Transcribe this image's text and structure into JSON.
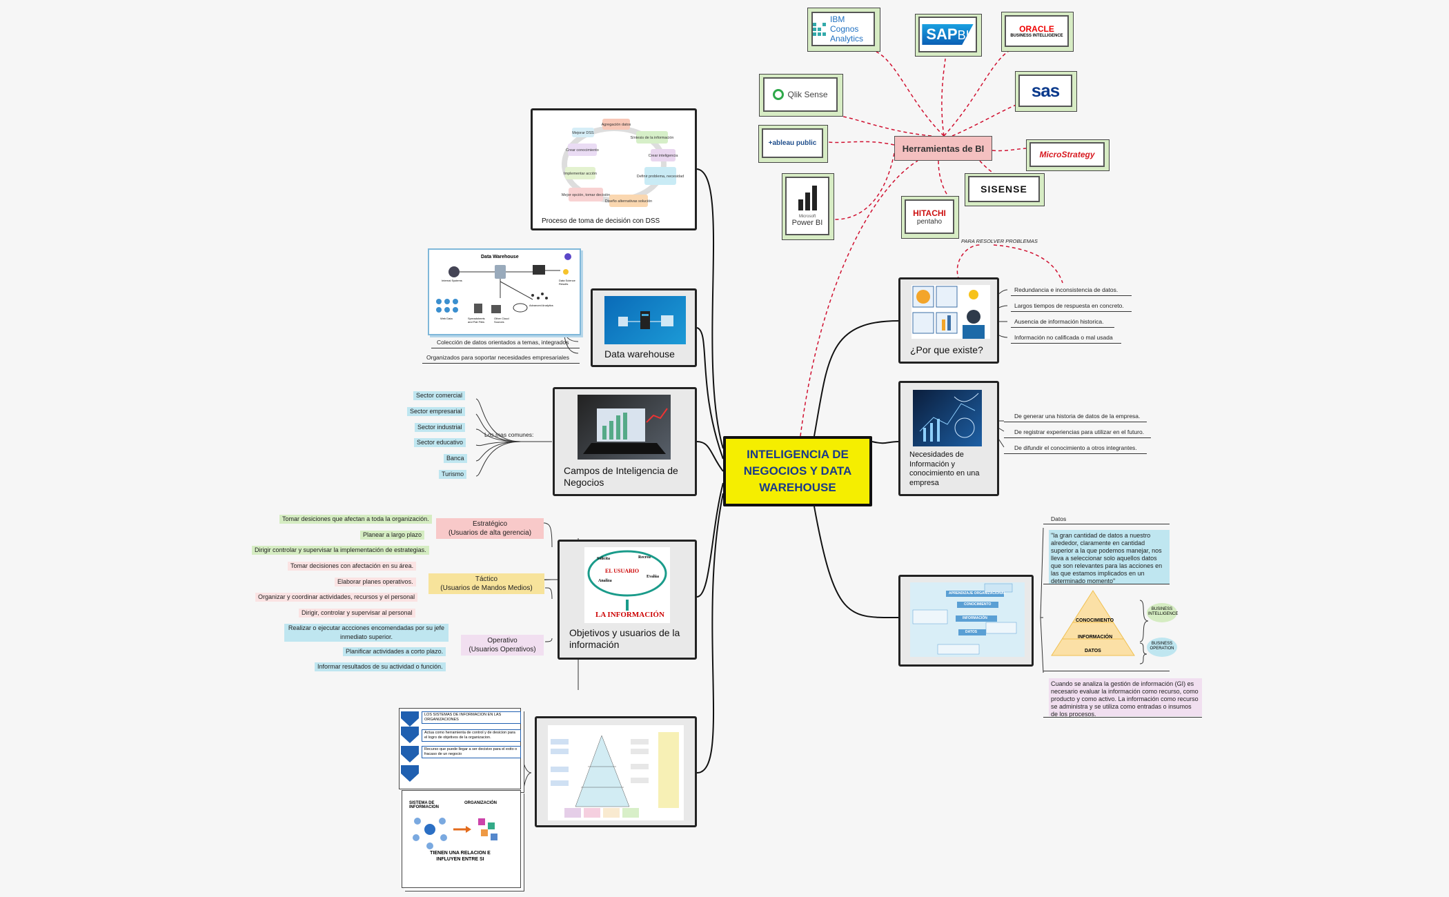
{
  "center": {
    "title": "INTELIGENCIA DE NEGOCIOS Y DATA WAREHOUSE"
  },
  "herramientas": {
    "label": "Herramientas de BI",
    "logos": {
      "cognos_1": "IBM Cognos",
      "cognos_2": "Analytics",
      "sap": "SAP",
      "sap_bi": "BI",
      "oracle": "ORACLE",
      "oracle_sub": "BUSINESS INTELLIGENCE",
      "qlik": "Qlik Sense",
      "sas": "sas",
      "tableau": "+ableau public",
      "microstrategy": "MicroStrategy",
      "sisense": "SISENSE",
      "powerbi_1": "Microsoft",
      "powerbi_2": "Power BI",
      "hitachi": "HITACHI",
      "pentaho": "pentaho"
    }
  },
  "dss": {
    "caption": "Proceso de toma de decisión con DSS",
    "steps": [
      "Agregación datos",
      "Síntesis de la información",
      "Crear inteligencia",
      "Definir problema, necesidad",
      "Diseño alternativas solución",
      "Mejor opción, tomar decisión",
      "Implementar acción",
      "Crear conocimiento",
      "Mejorar DSS"
    ]
  },
  "data_warehouse": {
    "title": "Data warehouse",
    "diagram_title": "Data Warehouse",
    "diagram_labels": [
      "Internal Systems",
      "Web Data",
      "Spreadsheets and Flat Files",
      "Other Cloud Sources",
      "Advanced Analytics",
      "Data Science Results"
    ],
    "leaves": [
      "Colección de datos orientados a temas, integrados",
      "Organizados para soportar necesidades empresariales"
    ]
  },
  "campos": {
    "title": "Campos de Inteligencia de Negocios",
    "connector": "Los mas comunes:",
    "sectors": [
      "Sector comercial",
      "Sector empresarial",
      "Sector industrial",
      "Sector educativo",
      "Banca",
      "Turismo"
    ]
  },
  "objetivos": {
    "title": "Objetivos y usuarios de la información",
    "pic_center": "EL USUARIO",
    "pic_words": [
      "Solicita",
      "Recrea",
      "Evalúa",
      "Analiza"
    ],
    "pic_bottom": "LA INFORMACIÓN",
    "estrategico": {
      "label": "Estratégico\n(Usuarios de alta gerencia)",
      "leaves": [
        "Tomar desiciones que afectan a toda la organización.",
        "Planear a largo plazo",
        "Dirigir controlar y supervisar la implementación de estrategias."
      ]
    },
    "tactico": {
      "label": "Táctico\n(Usuarios de Mandos Medios)",
      "leaves": [
        "Tomar decisiones con afectación  en su área.",
        "Elaborar planes operativos.",
        "Organizar y coordinar actividades, recursos y el personal",
        "Dirigir, controlar y supervisar al personal"
      ]
    },
    "operativo": {
      "label": "Operativo\n(Usuarios Operativos)",
      "leaves": [
        "Realizar o ejecutar accciones encomendadas por su jefe inmediato superior.",
        "Planificar actividades a corto plazo.",
        "Informar resultados de su actividad o función."
      ]
    }
  },
  "sistemas": {
    "card1": [
      "LOS SISTEMAS DE INFORMACION EN LAS ORGANIZACIONES",
      "Actua como herramienta de control y de desicion para el logro de objetivos de la organizacion.",
      "Recurso que puede llegar a ser decisivo para el exito o fracaso de un negocio"
    ],
    "card2_left": "SISTEMA DE INFORMACION",
    "card2_right": "ORGANIZACIÓN",
    "card2_bottom": "TIENEN UNA RELACION E INFLUYEN ENTRE SI"
  },
  "por_que": {
    "title": "¿Por que existe?",
    "connector": "PARA RESOLVER PROBLEMAS",
    "leaves": [
      "Redundancia e inconsistencia de datos.",
      "Largos tiempos de respuesta en concreto.",
      "Ausencia de información historica.",
      "Información  no calificada o mal usada"
    ]
  },
  "necesidades": {
    "title": "Necesidades de Información y conocimiento en una empresa",
    "leaves": [
      "De generar una historia  de datos de la empresa.",
      "De registrar experiencias para utilizar en el futuro.",
      "De difundir el conocimiento a otros integrantes."
    ]
  },
  "datos": {
    "label": "Datos",
    "quote": "\"la gran cantidad de datos a nuestro alrededor, claramente en cantidad superior a la que podemos manejar, nos lleva a seleccionar solo aquellos datos que son relevantes para las acciones en las que estamos implicados en un determinado momento\"",
    "pyramid": [
      "CONOCIMIENTO",
      "INFORMACIÓN",
      "DATOS"
    ],
    "bi": "BUSINESS INTELLIGENCE",
    "bo": "BUSINESS OPERATION",
    "note": "Cuando se analiza la gestión de información (GI) es necesario evaluar la información como recurso, como producto y como activo. La información como recurso se administra y se utiliza como entradas o insumos  de los procesos.",
    "ladder": [
      "APRENDIZAJE  ORGANIZACIONAL",
      "CONOCIMIENTO",
      "INFORMACIÓN",
      "DATOS"
    ]
  }
}
